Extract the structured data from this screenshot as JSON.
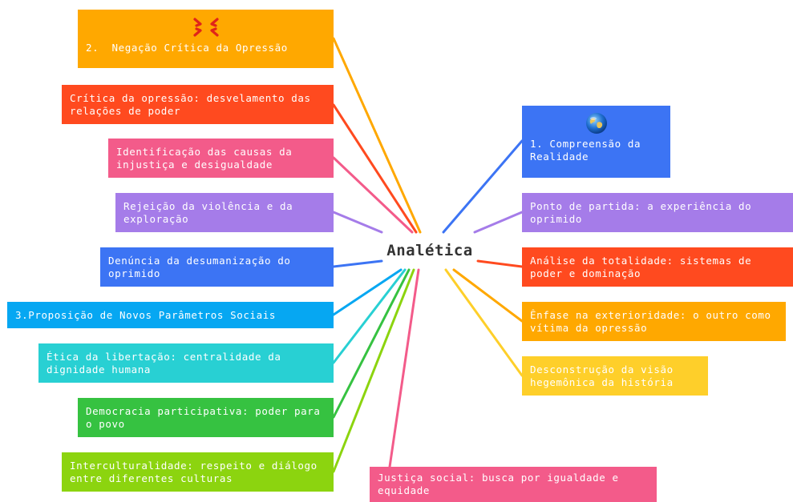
{
  "center": {
    "label": "Analética"
  },
  "nodes": {
    "negacao": {
      "label": "2.  Negação Crítica da Opressão",
      "color": "#ffa800",
      "icon": "anger-icon"
    },
    "critica": {
      "label": "Crítica da opressão: desvelamento das relações de poder",
      "color": "#ff4a1f"
    },
    "identificacao": {
      "label": "Identificação das causas da injustiça e desigualdade",
      "color": "#f35b8a"
    },
    "rejeicao": {
      "label": "Rejeição da violência e da exploração",
      "color": "#a57ce9"
    },
    "denuncia": {
      "label": "Denúncia da desumanização do oprimido",
      "color": "#3c74f4"
    },
    "proposicao": {
      "label": "3.Proposição de Novos Parâmetros Sociais",
      "color": "#06a7f2"
    },
    "etica": {
      "label": "Ética da libertação: centralidade da dignidade humana",
      "color": "#28d0d3"
    },
    "democracia": {
      "label": "Democracia participativa: poder para o povo",
      "color": "#36c241"
    },
    "intercultural": {
      "label": "Interculturalidade: respeito e diálogo entre diferentes culturas",
      "color": "#8cd40f"
    },
    "justica": {
      "label": "Justiça social: busca por igualdade e equidade",
      "color": "#f35b8a"
    },
    "compreensao": {
      "label": "1. Compreensão da Realidade",
      "color": "#3c74f4",
      "icon": "globe-icon"
    },
    "ponto": {
      "label": "Ponto de partida: a experiência do oprimido",
      "color": "#a57ce9"
    },
    "analise": {
      "label": "Análise da totalidade: sistemas de poder e dominação",
      "color": "#ff4a1f"
    },
    "enfase": {
      "label": "Ênfase na exterioridade: o outro como vítima da opressão",
      "color": "#ffa800"
    },
    "desconstrucao": {
      "label": "Desconstrução da visão hegemônica da história",
      "color": "#fecf2a"
    }
  }
}
